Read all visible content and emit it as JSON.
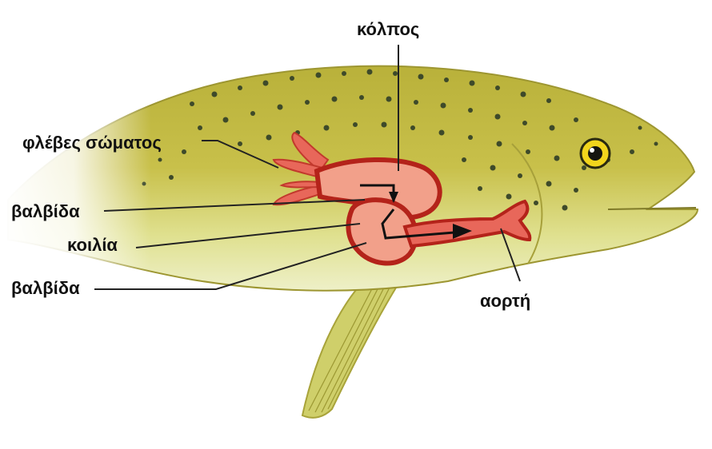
{
  "labels": {
    "kolpos": "κόλπος",
    "fleves_somatos": "φλέβες σώματος",
    "valvida_upper": "βαλβίδα",
    "koilia": "κοιλία",
    "valvida_lower": "βαλβίδα",
    "aorti": "αορτή"
  },
  "colors": {
    "fish_body": "#c8c04a",
    "fish_belly": "#eef0c8",
    "fin": "#cfcf6a",
    "heart_outline": "#b4231a",
    "heart_fill": "#f2a08a",
    "vein": "#e8675a",
    "eye": "#f2d51c",
    "spots": "#3e4a2a",
    "leader_line": "#222222"
  },
  "icons": {
    "flow_arrow": "arrow-right-icon"
  }
}
